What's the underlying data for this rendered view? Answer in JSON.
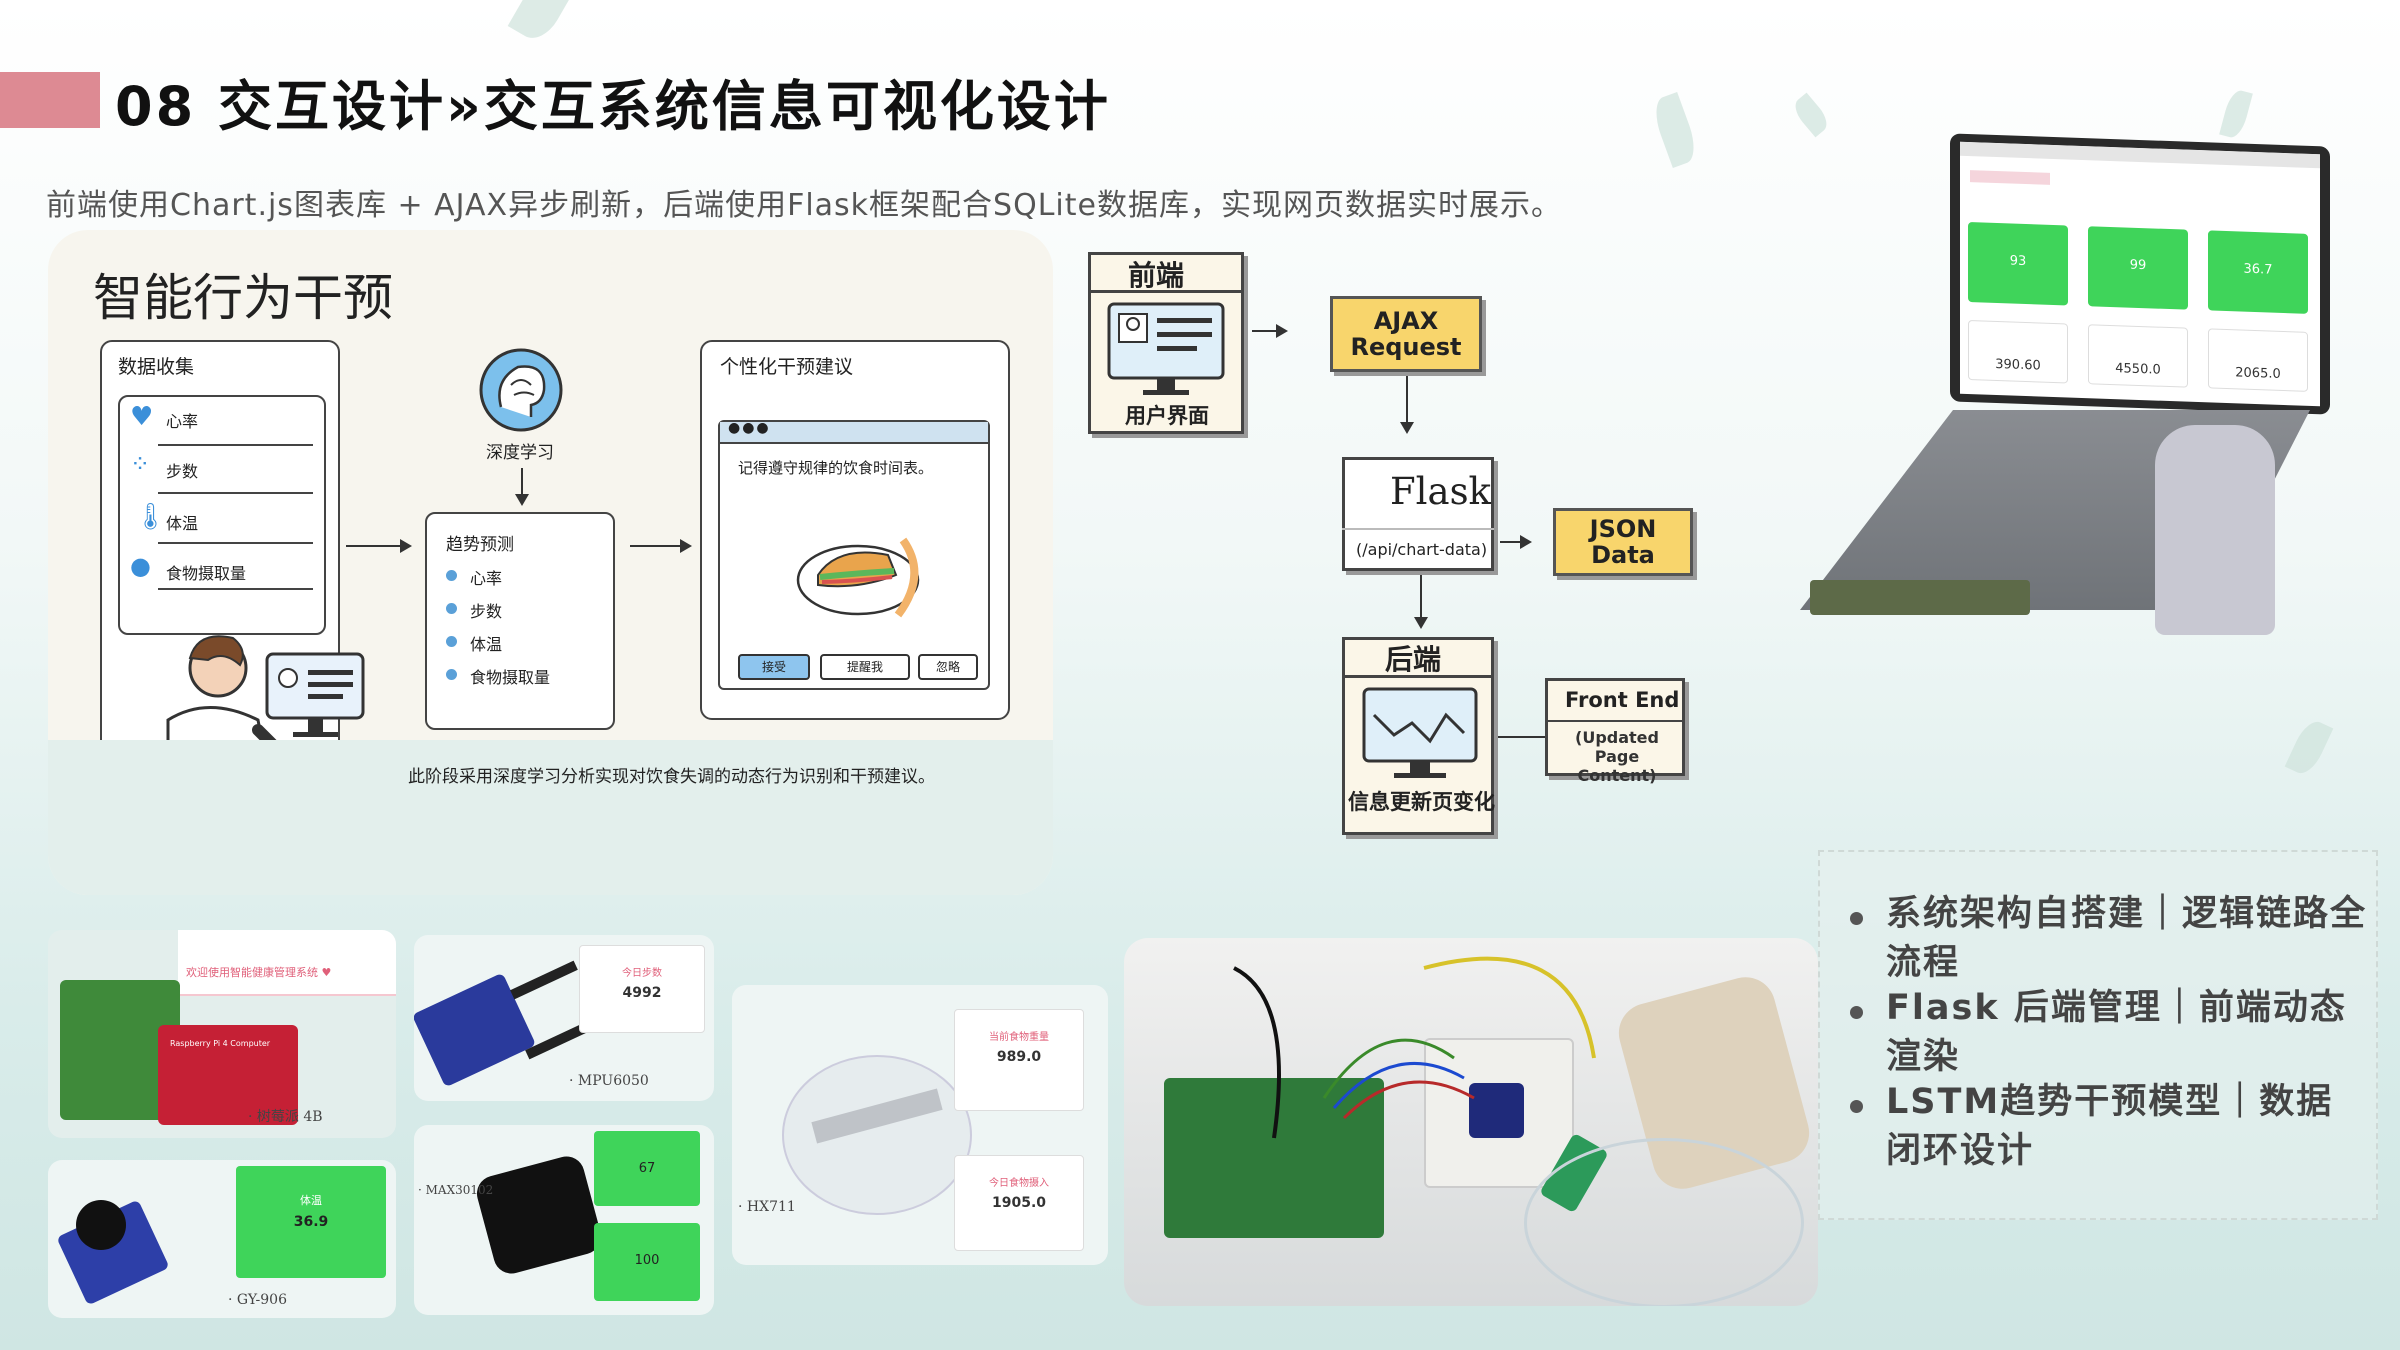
{
  "header": {
    "title": "08 交互设计»交互系统信息可视化设计",
    "subtitle": "前端使用Chart.js图表库 + AJAX异步刷新，后端使用Flask框架配合SQLite数据库，实现网页数据实时展示。"
  },
  "intervention": {
    "heading": "智能行为干预",
    "data_box": {
      "title": "数据收集",
      "items": [
        "心率",
        "步数",
        "体温",
        "食物摄取量"
      ]
    },
    "deep_learning_label": "深度学习",
    "trend_box": {
      "title": "趋势预测",
      "items": [
        "心率",
        "步数",
        "体温",
        "食物摄取量"
      ]
    },
    "advice_box": {
      "title": "个性化干预建议",
      "message": "记得遵守规律的饮食时间表。",
      "buttons": [
        "接受",
        "提醒我",
        "忽略"
      ]
    },
    "footer_note": "此阶段采用深度学习分析实现对饮食失调的动态行为识别和干预建议。"
  },
  "flow": {
    "frontend": {
      "title": "前端",
      "caption": "用户界面"
    },
    "ajax": "AJAX Request",
    "flask": {
      "title": "Flask",
      "route": "(/api/chart-data)"
    },
    "json": "JSON Data",
    "backend": {
      "title": "后端",
      "caption": "信息更新页变化"
    },
    "frontend_end": {
      "title": "Front End",
      "sub": "(Updated Page Content)"
    }
  },
  "laptop_screen": {
    "cards": [
      {
        "value": "93"
      },
      {
        "value": "99"
      },
      {
        "value": "36.7"
      },
      {
        "value": "390.60"
      },
      {
        "value": "4550.0"
      },
      {
        "value": "2065.0"
      }
    ]
  },
  "bullets": [
    "系统架构自搭建｜逻辑链路全流程",
    "Flask 后端管理｜前端动态渲染",
    "LSTM趋势干预模型｜数据闭环设计"
  ],
  "hardware": {
    "raspberry": {
      "caption": "· 树莓派 4B",
      "banner": "欢迎使用智能健康管理系统 ♥",
      "board_text": "Raspberry Pi 4 Computer"
    },
    "mpu": {
      "caption": "· MPU6050",
      "card_title": "今日步数",
      "card_value": "4992"
    },
    "max": {
      "caption": "· MAX30102",
      "card_values": [
        "67",
        "100"
      ]
    },
    "gy": {
      "caption": "· GY-906",
      "card_title": "体温",
      "card_value": "36.9"
    },
    "hx": {
      "caption": "· HX711",
      "cards": [
        {
          "title": "当前食物重量",
          "value": "989.0"
        },
        {
          "title": "今日食物摄入",
          "value": "1905.0"
        }
      ]
    }
  },
  "colors": {
    "accent_pink": "#dd8a93",
    "flow_yellow": "#f8d56c",
    "screen_green": "#3fd45a",
    "panel_bg": "#f7f5ee"
  }
}
